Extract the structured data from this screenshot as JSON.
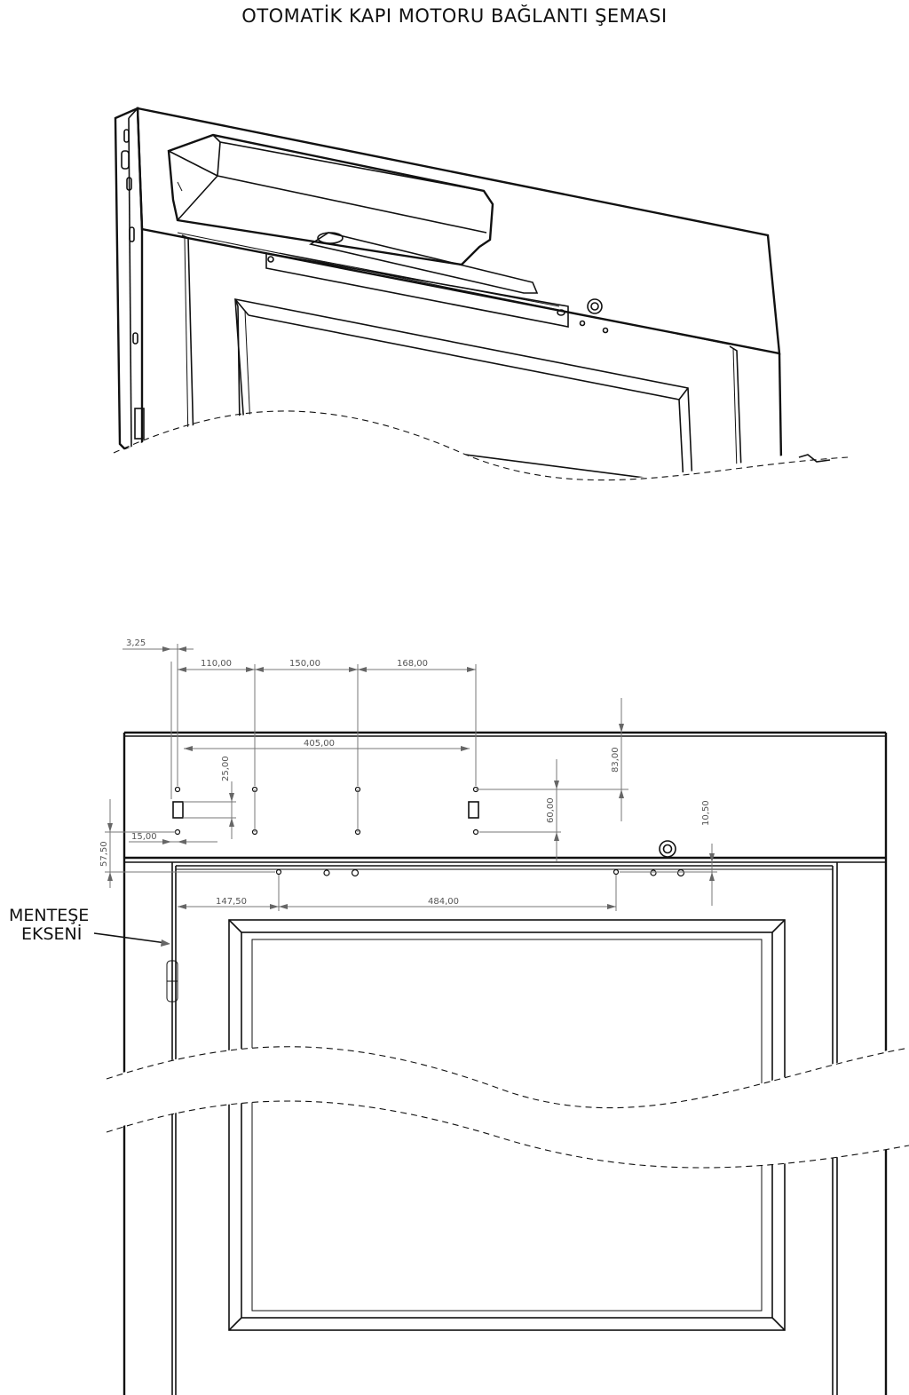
{
  "title": "OTOMATİK KAPI MOTORU BAĞLANTI ŞEMASI",
  "label_hinge_axis_line1": "MENTEŞE",
  "label_hinge_axis_line2": "EKSENİ",
  "dimensions": {
    "d_3_25": "3,25",
    "d_110": "110,00",
    "d_150": "150,00",
    "d_168": "168,00",
    "d_405": "405,00",
    "d_25": "25,00",
    "d_83": "83,00",
    "d_60": "60,00",
    "d_10_50": "10,50",
    "d_57_50": "57,50",
    "d_15": "15,00",
    "d_147_50": "147,50",
    "d_484": "484,00"
  }
}
